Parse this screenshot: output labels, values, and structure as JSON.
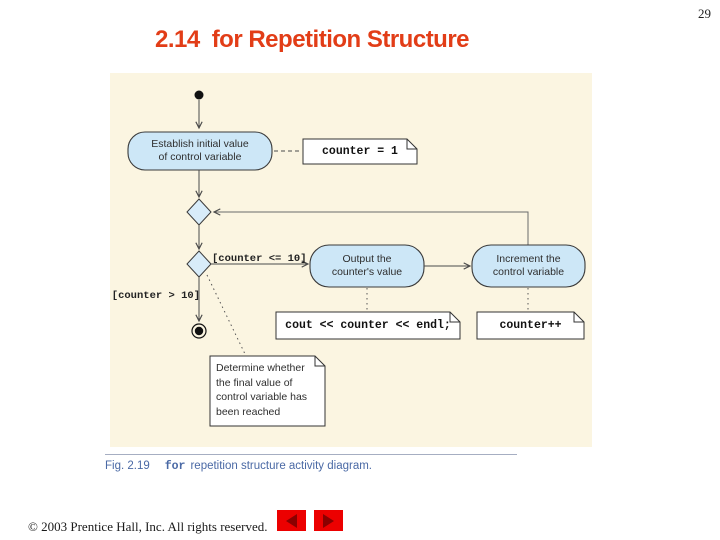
{
  "page": {
    "number": "29"
  },
  "title": {
    "section": "2.14",
    "text": "for Repetition Structure",
    "color": "#e23d17"
  },
  "diagram": {
    "background_color": "#fbf5e1",
    "action_state_fill": "#cde7f7",
    "action_states": [
      {
        "name": "establish-initial-value",
        "lines": [
          "Establish initial value",
          "of control variable"
        ]
      },
      {
        "name": "output-counter-value",
        "lines": [
          "Output the",
          "counter's value"
        ]
      },
      {
        "name": "increment-control-variable",
        "lines": [
          "Increment the",
          "control variable"
        ]
      }
    ],
    "guards": {
      "loop_condition": "[counter <= 10]",
      "exit_condition": "[counter > 10]"
    },
    "notes": {
      "init": "counter = 1",
      "output": "cout << counter << endl;",
      "increment": "counter++",
      "determine": [
        "Determine whether",
        "the final value of",
        "control variable has",
        "been reached"
      ]
    }
  },
  "caption": {
    "figure_label": "Fig. 2.19",
    "code_word": "for",
    "rest": "repetition structure activity diagram.",
    "color": "#4a69a5"
  },
  "footer": {
    "copyright": "© 2003 Prentice Hall, Inc.  All rights reserved.",
    "nav_button_color": "#ec0000"
  }
}
